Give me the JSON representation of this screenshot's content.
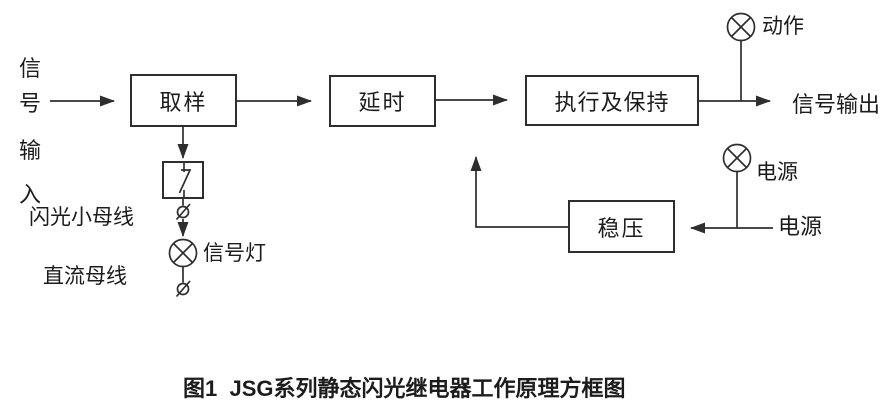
{
  "figure": {
    "caption": "图1  JSG系列静态闪光继电器工作原理方框图"
  },
  "input": {
    "chars": [
      "信",
      "号",
      "输",
      "入"
    ]
  },
  "blocks": {
    "sampling": "取样",
    "delay": "延时",
    "execute_hold": "执行及保持",
    "regulator": "稳压"
  },
  "labels": {
    "flash_bus": "闪光小母线",
    "dc_bus": "直流母线",
    "signal_lamp": "信号灯",
    "action": "动作",
    "signal_output": "信号输出",
    "power_lamp": "电源",
    "power_source": "电源"
  },
  "icons": {
    "lamp": "circle-x-indicator-lamp",
    "terminal": "slashed-circle-terminal",
    "contact": "switch-contact"
  },
  "colors": {
    "background": "#ffffff",
    "line": "#2e2e2e",
    "text": "#1c1c1c"
  }
}
